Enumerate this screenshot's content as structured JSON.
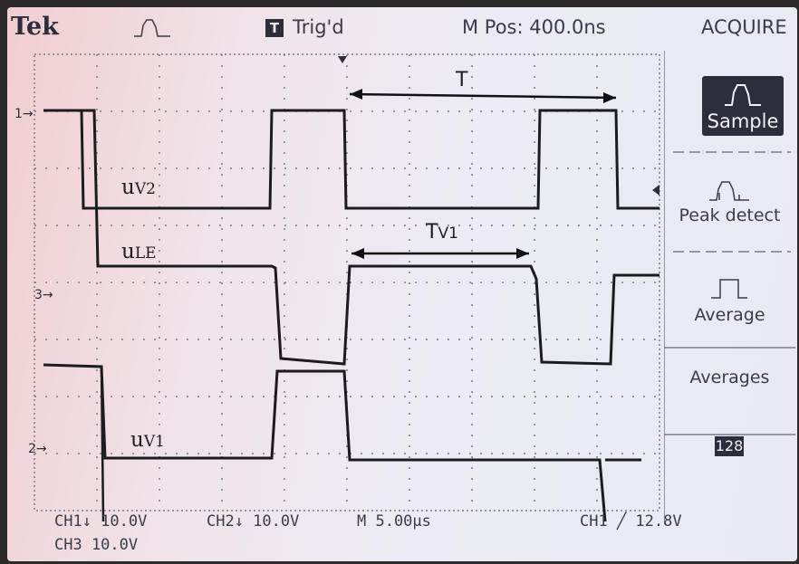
{
  "header": {
    "brand": "Tek",
    "trigger_badge": "T",
    "trigger_status": "Trig'd",
    "position": "M Pos: 400.0ns",
    "mode": "ACQUIRE",
    "acquire_icon": "pulse-icon"
  },
  "side_menu": {
    "sample": "Sample",
    "sample_icon": "pulse-icon",
    "peak_detect": "Peak detect",
    "peak_icon": "peak-pulse-icon",
    "average": "Average",
    "average_icon": "square-pulse-icon",
    "averages_label": "Averages",
    "averages_value": "128"
  },
  "footer": {
    "ch1": "CH1↓ 10.0V",
    "ch2": "CH2↓ 10.0V",
    "timebase": "M 5.00µs",
    "trigger": "CH1 ╱ 12.8V",
    "ch3": "CH3  10.0V"
  },
  "channel_markers": {
    "ch1": "1→",
    "ch3": "3→",
    "ch2": "2→"
  },
  "annotations": {
    "uv2_main": "u",
    "uv2_sub": "V2",
    "ule_main": "u",
    "ule_sub": "LE",
    "uv1_main": "u",
    "uv1_sub": "V1",
    "period": "T",
    "tv1_main": "T",
    "tv1_sub": "V1"
  },
  "colors": {
    "trace": "#1c1c20",
    "grid": "#7a7a88",
    "text": "#3a3b47",
    "badge": "#2d2e3c"
  }
}
